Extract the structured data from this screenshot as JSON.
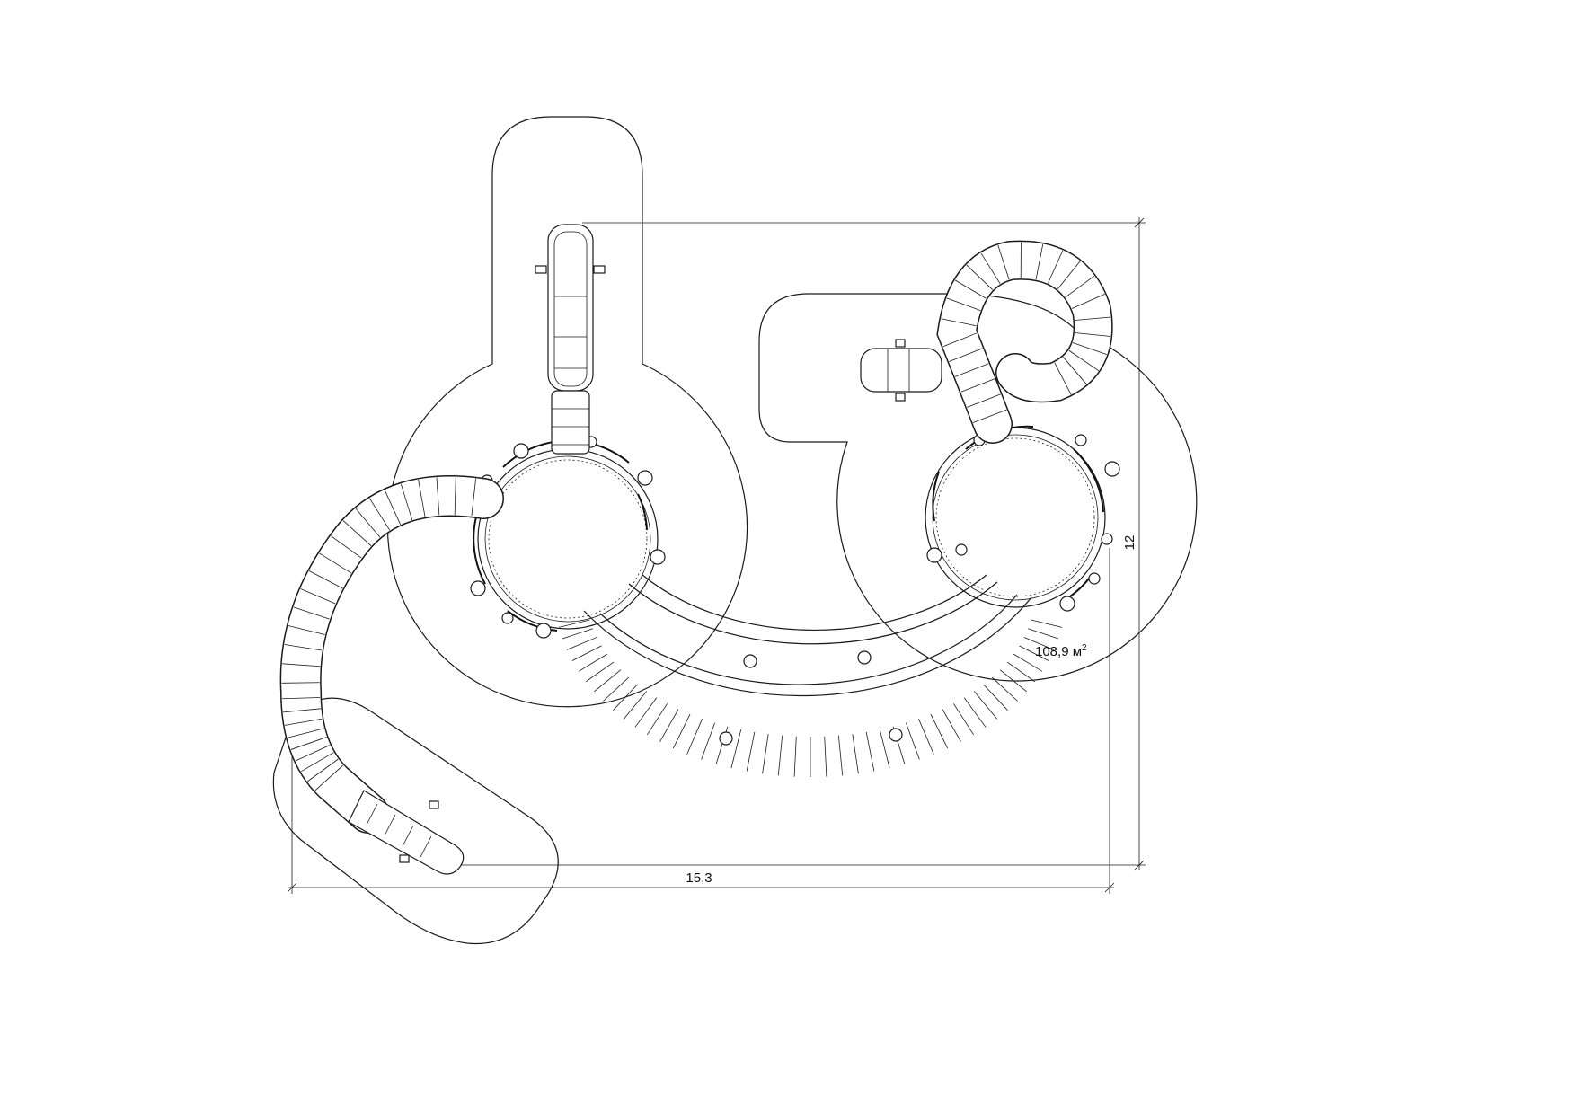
{
  "drawing": {
    "dimensions": {
      "width_label": "15,3",
      "height_label": "12"
    },
    "area": {
      "value": "108,9 м",
      "superscript": "2"
    }
  }
}
